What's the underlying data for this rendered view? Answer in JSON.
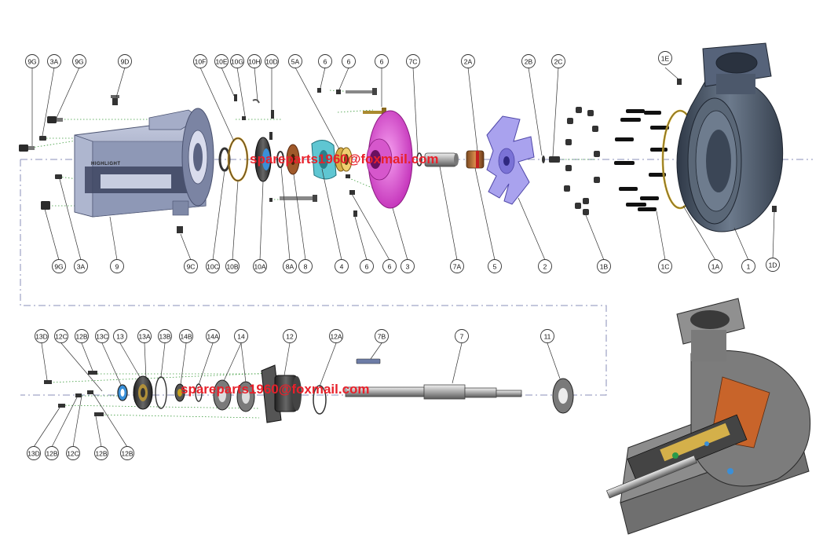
{
  "watermarks": {
    "top": "spareparts1960@foxmail.com",
    "bottom": "spareparts1960@foxmail.com"
  },
  "frame_brand": "HIGHLIGHT",
  "colors": {
    "axis": "#8a8fb8",
    "dotted_guides": "#3a9a3a",
    "watermark": "#e8202a",
    "casing": "#4e5a6a",
    "frame": "#9aa3bf",
    "bracket": "#e040d0",
    "impeller": "#a9a2ee",
    "seal_part": "#5fc6d2"
  },
  "callouts_top": [
    "9G",
    "3A",
    "9G",
    "9D",
    "10F",
    "10E",
    "10G",
    "10H",
    "10D",
    "5A",
    "6",
    "6",
    "6",
    "7C",
    "2A",
    "2B",
    "2C",
    "1E"
  ],
  "callouts_top_bottomrow": [
    "9G",
    "3A",
    "9",
    "9C",
    "10C",
    "10B",
    "10A",
    "8A",
    "8",
    "4",
    "6",
    "6",
    "3",
    "7A",
    "5",
    "2",
    "1B",
    "1C",
    "1A",
    "1",
    "1D"
  ],
  "callouts_bottom_toprow": [
    "13D",
    "12C",
    "12B",
    "13C",
    "13",
    "13A",
    "13B",
    "14B",
    "14A",
    "14",
    "12",
    "12A",
    "7B",
    "7",
    "11"
  ],
  "callouts_bottom_bottomrow": [
    "13D",
    "12B",
    "12C",
    "12B",
    "12B"
  ]
}
